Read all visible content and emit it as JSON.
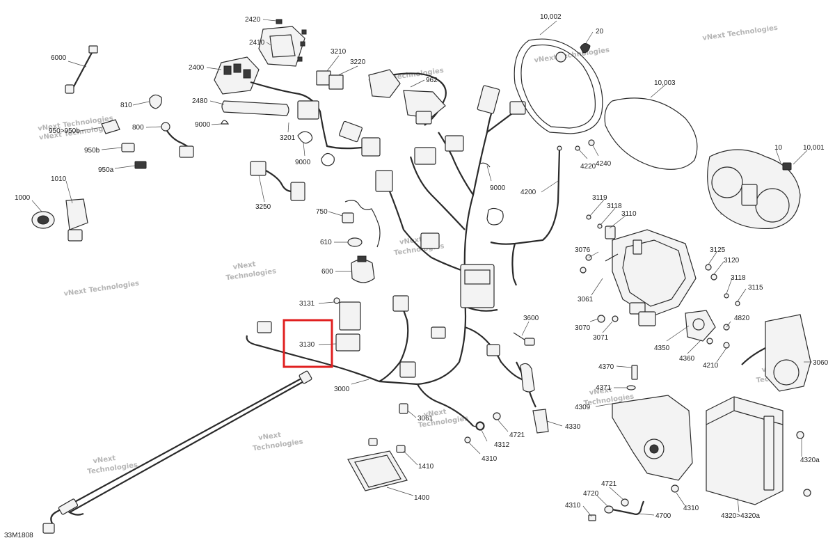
{
  "diagram": {
    "drawing_number": "33M1808",
    "highlight_color": "#e02020",
    "highlighted_part": "3130",
    "watermark_lines": [
      "vNext Technologies",
      "vNext",
      "Technologies"
    ],
    "callouts": {
      "c2420": "2420",
      "c2410": "2410",
      "c2400": "2400",
      "c2480": "2480",
      "c3210": "3210",
      "c3220": "3220",
      "c3201": "3201",
      "c9000a": "9000",
      "c9000b": "9000",
      "c9000c": "9000",
      "c3250": "3250",
      "c6000": "6000",
      "c810": "810",
      "c800": "800",
      "c950b": "950>950b",
      "c950bb": "950b",
      "c950a": "950a",
      "c1010": "1010",
      "c1000": "1000",
      "c750": "750",
      "c610": "610",
      "c600": "600",
      "c3131": "3131",
      "c3130": "3130",
      "c3000": "3000",
      "c10002": "10,002",
      "c20": "20",
      "c10003": "10,003",
      "c10": "10",
      "c10001": "10,001",
      "c4220": "4220",
      "c4240": "4240",
      "c4200": "4200",
      "c3119": "3119",
      "c3118a": "3118",
      "c3110": "3110",
      "c3076": "3076",
      "c3125": "3125",
      "c3120": "3120",
      "c3118b": "3118",
      "c3115": "3115",
      "c3061a": "3061",
      "c3070": "3070",
      "c3071": "3071",
      "c4350": "4350",
      "c4360": "4360",
      "c4820": "4820",
      "c4210": "4210",
      "c3060": "3060",
      "c3600": "3600",
      "c4370": "4370",
      "c4371": "4371",
      "c4309": "4309",
      "c4330": "4330",
      "c4721a": "4721",
      "c4312": "4312",
      "c4310a": "4310",
      "c3061b": "3061",
      "c1410": "1410",
      "c1400": "1400",
      "c4320a": "4320a",
      "c4310b": "4310",
      "c4320": "4320>4320a",
      "c4721b": "4721",
      "c4720": "4720",
      "c4310c": "4310",
      "c4700": "4700",
      "c962": "962"
    }
  }
}
